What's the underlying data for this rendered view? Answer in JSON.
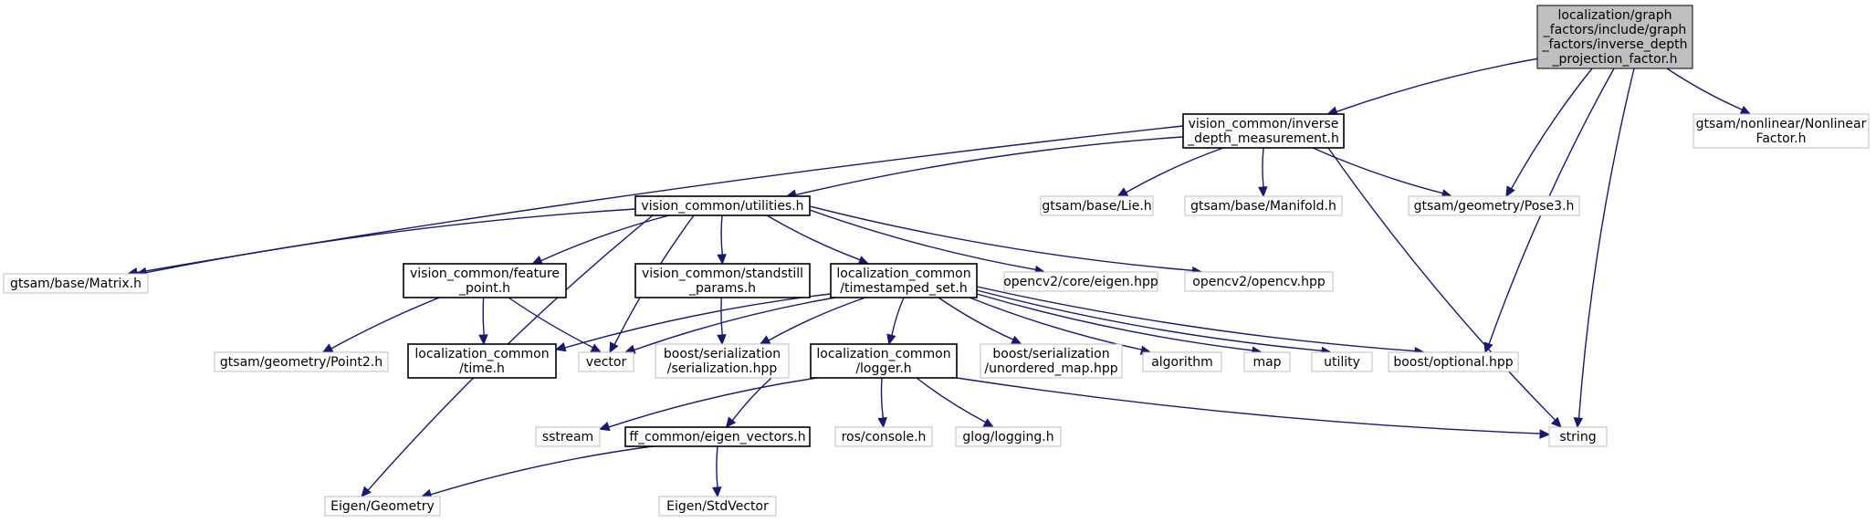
{
  "diagram": {
    "colors": {
      "edge": "#191970",
      "root_fill": "#bfbfbf",
      "local_border": "#000000",
      "external_border": "#bfbfbf",
      "background": "#ffffff"
    },
    "nodes": [
      {
        "id": "root",
        "kind": "root",
        "lines": [
          "localization/graph",
          "_factors/include/graph",
          "_factors/inverse_depth",
          "_projection_factor.h"
        ]
      },
      {
        "id": "idm",
        "kind": "local",
        "lines": [
          "vision_common/inverse",
          "_depth_measurement.h"
        ]
      },
      {
        "id": "nlf",
        "kind": "external",
        "lines": [
          "gtsam/nonlinear/Nonlinear",
          "Factor.h"
        ]
      },
      {
        "id": "util",
        "kind": "local",
        "lines": [
          "vision_common/utilities.h"
        ]
      },
      {
        "id": "lie",
        "kind": "external",
        "lines": [
          "gtsam/base/Lie.h"
        ]
      },
      {
        "id": "manifold",
        "kind": "external",
        "lines": [
          "gtsam/base/Manifold.h"
        ]
      },
      {
        "id": "pose3",
        "kind": "external",
        "lines": [
          "gtsam/geometry/Pose3.h"
        ]
      },
      {
        "id": "matrix",
        "kind": "external",
        "lines": [
          "gtsam/base/Matrix.h"
        ]
      },
      {
        "id": "feature",
        "kind": "local",
        "lines": [
          "vision_common/feature",
          "_point.h"
        ]
      },
      {
        "id": "standstill",
        "kind": "local",
        "lines": [
          "vision_common/standstill",
          "_params.h"
        ]
      },
      {
        "id": "tsset",
        "kind": "local",
        "lines": [
          "localization_common",
          "/timestamped_set.h"
        ]
      },
      {
        "id": "cveigen",
        "kind": "external",
        "lines": [
          "opencv2/core/eigen.hpp"
        ]
      },
      {
        "id": "opencv",
        "kind": "external",
        "lines": [
          "opencv2/opencv.hpp"
        ]
      },
      {
        "id": "point2",
        "kind": "external",
        "lines": [
          "gtsam/geometry/Point2.h"
        ]
      },
      {
        "id": "time",
        "kind": "local",
        "lines": [
          "localization_common",
          "/time.h"
        ]
      },
      {
        "id": "vector",
        "kind": "external",
        "lines": [
          "vector"
        ]
      },
      {
        "id": "serialization",
        "kind": "external",
        "lines": [
          "boost/serialization",
          "/serialization.hpp"
        ]
      },
      {
        "id": "logger",
        "kind": "local",
        "lines": [
          "localization_common",
          "/logger.h"
        ]
      },
      {
        "id": "umap",
        "kind": "external",
        "lines": [
          "boost/serialization",
          "/unordered_map.hpp"
        ]
      },
      {
        "id": "algorithm",
        "kind": "external",
        "lines": [
          "algorithm"
        ]
      },
      {
        "id": "map",
        "kind": "external",
        "lines": [
          "map"
        ]
      },
      {
        "id": "utility",
        "kind": "external",
        "lines": [
          "utility"
        ]
      },
      {
        "id": "optional",
        "kind": "external",
        "lines": [
          "boost/optional.hpp"
        ]
      },
      {
        "id": "sstream",
        "kind": "external",
        "lines": [
          "sstream"
        ]
      },
      {
        "id": "eigvec",
        "kind": "local",
        "lines": [
          "ff_common/eigen_vectors.h"
        ]
      },
      {
        "id": "rosconsole",
        "kind": "external",
        "lines": [
          "ros/console.h"
        ]
      },
      {
        "id": "glog",
        "kind": "external",
        "lines": [
          "glog/logging.h"
        ]
      },
      {
        "id": "string",
        "kind": "external",
        "lines": [
          "string"
        ]
      },
      {
        "id": "geometry",
        "kind": "external",
        "lines": [
          "Eigen/Geometry"
        ]
      },
      {
        "id": "stdvector",
        "kind": "external",
        "lines": [
          "Eigen/StdVector"
        ]
      }
    ],
    "edges": [
      [
        "root",
        "idm"
      ],
      [
        "root",
        "pose3"
      ],
      [
        "root",
        "optional"
      ],
      [
        "root",
        "string"
      ],
      [
        "root",
        "nlf"
      ],
      [
        "idm",
        "util"
      ],
      [
        "idm",
        "lie"
      ],
      [
        "idm",
        "manifold"
      ],
      [
        "idm",
        "pose3"
      ],
      [
        "idm",
        "matrix"
      ],
      [
        "idm",
        "string"
      ],
      [
        "util",
        "matrix"
      ],
      [
        "util",
        "feature"
      ],
      [
        "util",
        "standstill"
      ],
      [
        "util",
        "tsset"
      ],
      [
        "util",
        "cveigen"
      ],
      [
        "util",
        "opencv"
      ],
      [
        "util",
        "vector"
      ],
      [
        "util",
        "geometry"
      ],
      [
        "feature",
        "point2"
      ],
      [
        "feature",
        "time"
      ],
      [
        "feature",
        "vector"
      ],
      [
        "standstill",
        "serialization"
      ],
      [
        "tsset",
        "time"
      ],
      [
        "tsset",
        "vector"
      ],
      [
        "tsset",
        "serialization"
      ],
      [
        "tsset",
        "logger"
      ],
      [
        "tsset",
        "umap"
      ],
      [
        "tsset",
        "algorithm"
      ],
      [
        "tsset",
        "map"
      ],
      [
        "tsset",
        "utility"
      ],
      [
        "tsset",
        "optional"
      ],
      [
        "logger",
        "sstream"
      ],
      [
        "logger",
        "eigvec"
      ],
      [
        "logger",
        "rosconsole"
      ],
      [
        "logger",
        "glog"
      ],
      [
        "logger",
        "string"
      ],
      [
        "eigvec",
        "geometry"
      ],
      [
        "eigvec",
        "stdvector"
      ]
    ]
  }
}
